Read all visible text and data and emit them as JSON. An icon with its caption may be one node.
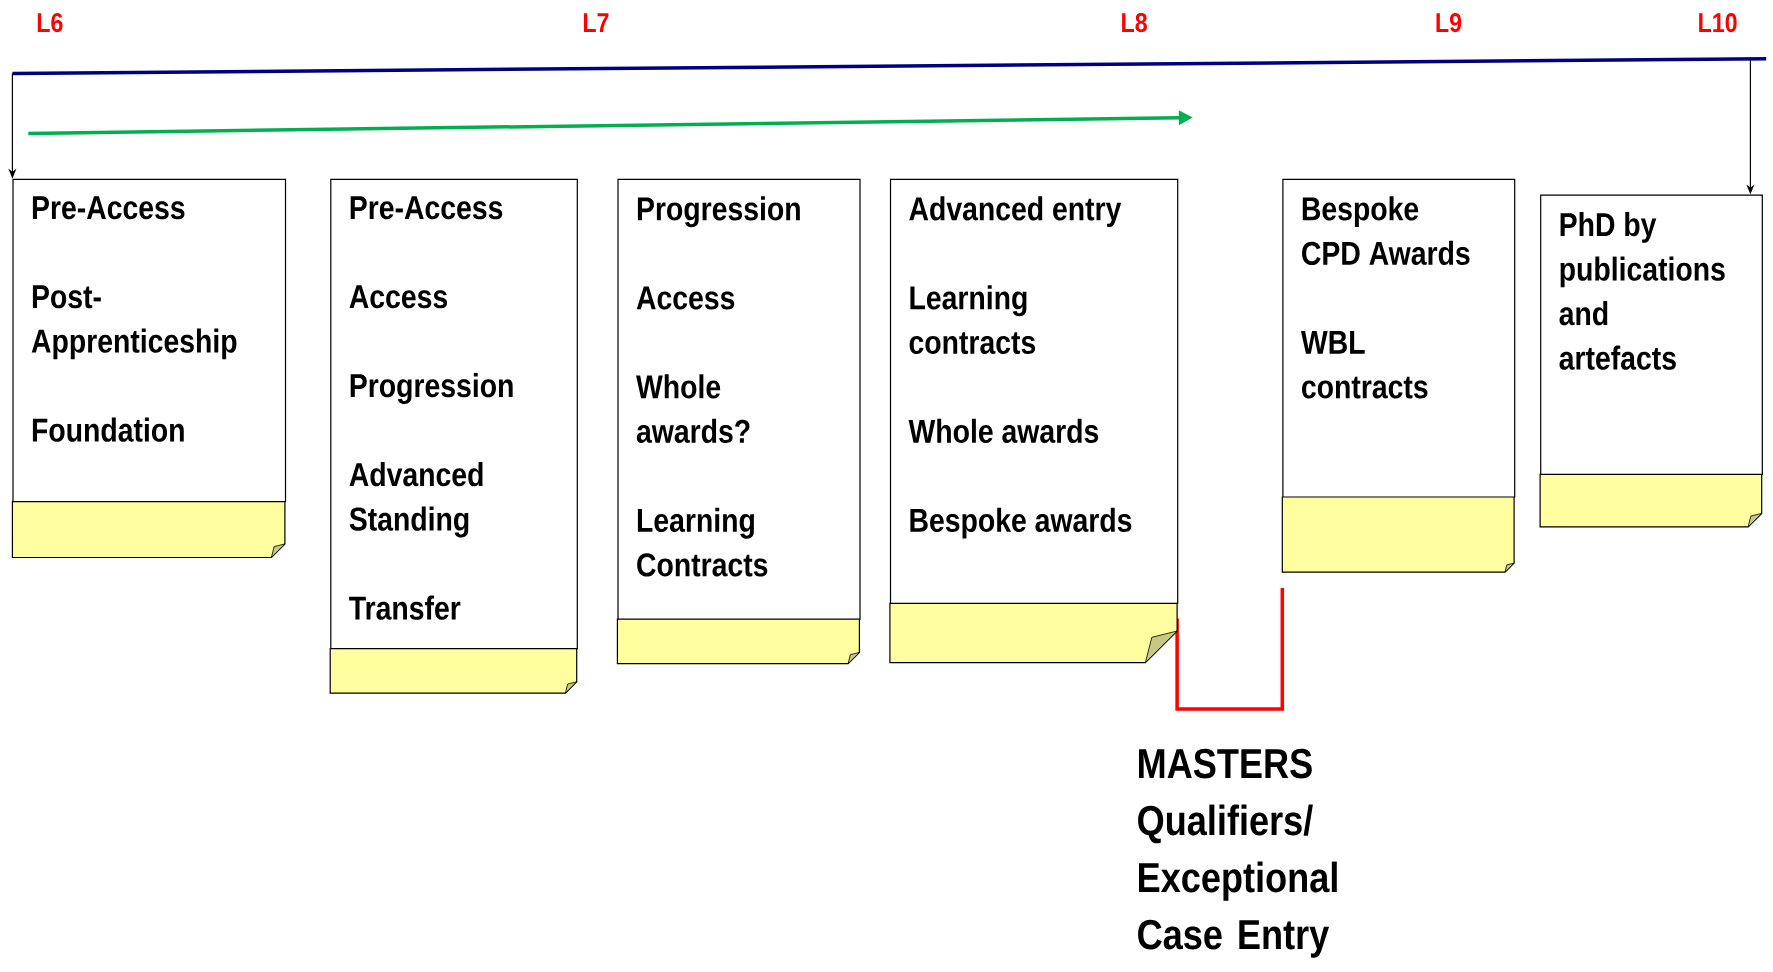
{
  "diagram": {
    "nodes": [
      {
        "text": [
          "Pre-Access",
          "Post-Apprenticeship",
          "Foundation"
        ]
      },
      {
        "text": [
          "Pre-Access",
          "Access",
          "Progression",
          "Advanced Standing",
          "Transfer"
        ]
      },
      {
        "text": [
          "Progression",
          "Access",
          "Whole awards?",
          "Learning Contracts"
        ]
      },
      {
        "text": [
          "Advanced entry",
          "Learning contracts",
          "Whole awards",
          "Bespoke awards"
        ]
      },
      {
        "text": [
          "Bespoke CPD Awards",
          "WBL contracts"
        ]
      },
      {
        "text": [
          "PhD by publications and artefacts"
        ]
      }
    ],
    "edges": [
      {
        "from": null,
        "to": 0,
        "arrow": "to"
      },
      {
        "from": null,
        "to": 5,
        "arrow": "to"
      }
    ],
    "labels": [
      "L6",
      "L7",
      "L8",
      "L9",
      "L10",
      "MASTERS Qualifiers/ Exceptional Case Entry"
    ]
  }
}
